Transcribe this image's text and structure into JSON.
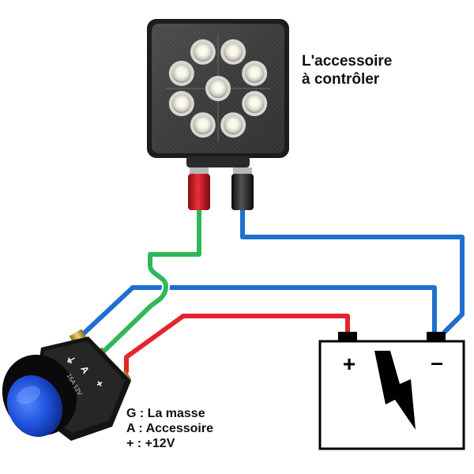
{
  "accessory_label": {
    "line1": "L'accessoire",
    "line2": "à contrôler"
  },
  "legend": {
    "ground": "G : La masse",
    "accessory": "A : Accessoire",
    "positive": "+ : +12V"
  },
  "battery": {
    "plus": "+",
    "minus": "–"
  },
  "switch": {
    "terminal_g": "⏚",
    "terminal_a": "A",
    "terminal_plus": "+",
    "rating": "16A 12V"
  },
  "colors": {
    "ground_wire": "#1f6fd0",
    "accessory_wire": "#2fb85a",
    "positive_wire": "#e4242a",
    "rocker_blue": "#1e4fd8"
  },
  "icons": [
    "led-work-light-icon",
    "battery-icon",
    "lightning-bolt-icon",
    "rocker-switch-icon"
  ]
}
